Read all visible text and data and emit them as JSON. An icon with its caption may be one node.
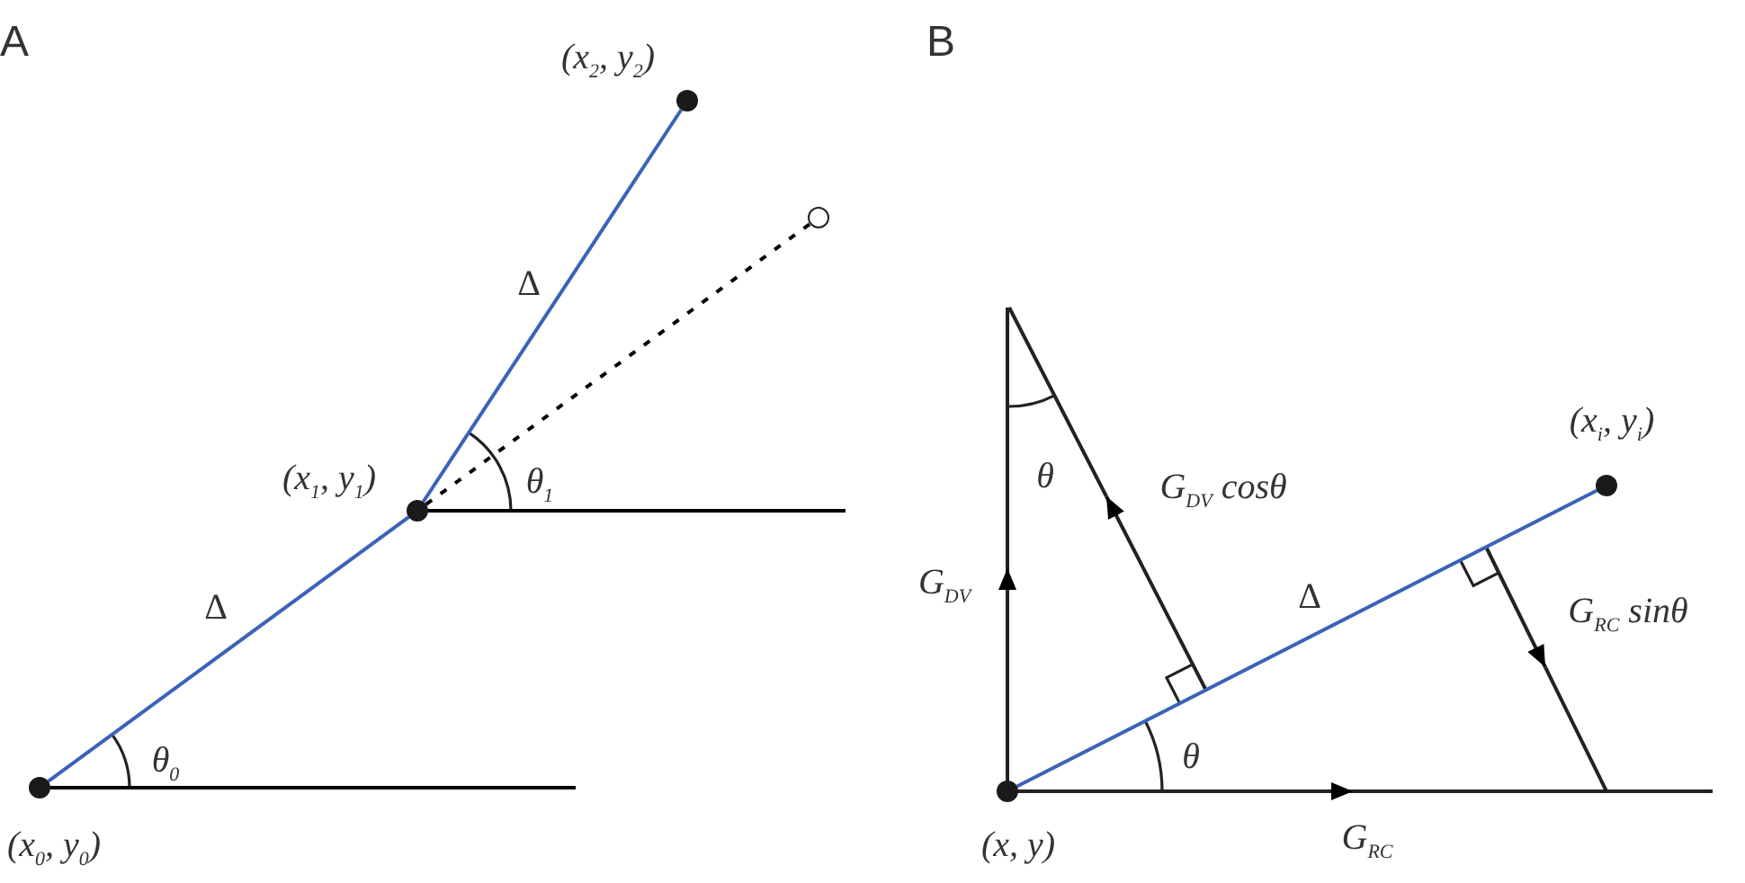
{
  "diagram": {
    "nodes": [
      {
        "text": [],
        "shape": "circle",
        "beside": [
          "(x$_{0}$, y$_{0}$)"
        ]
      },
      {
        "text": [],
        "shape": "circle",
        "beside": [
          "(x$_{1}$, y$_{1}$)"
        ]
      },
      {
        "text": [],
        "shape": "circle",
        "beside": [
          "(x$_{2}$, y$_{2}$)"
        ]
      },
      {
        "text": [],
        "shape": "circle"
      },
      {
        "text": [],
        "shape": "circle",
        "beside": [
          "(x, y)"
        ]
      },
      {
        "text": [],
        "shape": "circle",
        "beside": [
          "(x$_{i}$, y$_{i}$)"
        ]
      }
    ],
    "edges": [
      {
        "from": 0,
        "to": 1,
        "arrow": "none",
        "label": "Δ"
      },
      {
        "from": 1,
        "to": 2,
        "arrow": "none",
        "label": "Δ"
      },
      {
        "from": 1,
        "to": 3,
        "arrow": "none",
        "style": "dashed",
        "color": "#000000"
      },
      {
        "from": 4,
        "to": 5,
        "arrow": "none",
        "label": "Δ"
      },
      {
        "from": 0,
        "to": null,
        "arrow": "none",
        "color": "#000000"
      },
      {
        "from": 1,
        "to": null,
        "arrow": "none",
        "color": "#000000"
      }
    ],
    "labels": [
      "A",
      "θ$_{1}$",
      "θ$_{0}$",
      "B",
      "θ",
      "G$_{DV}$ cosθ",
      "G$_{DV}$",
      "G$_{RC}$ sinθ",
      "θ",
      "G$_{RC}$"
    ]
  }
}
